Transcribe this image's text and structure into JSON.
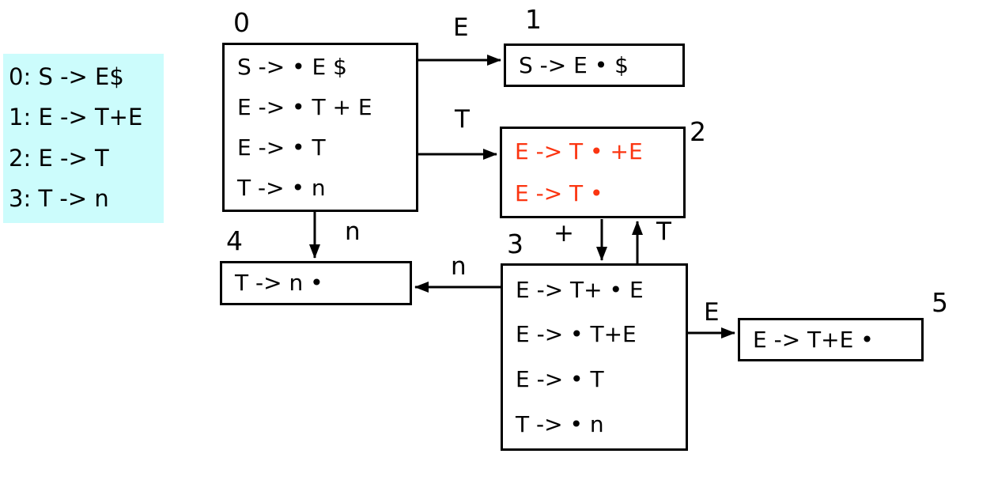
{
  "diagram": {
    "title_hint": "LR(0) automaton for grammar with states 0-5",
    "colors": {
      "highlight": "#fb3511",
      "grammar_bg": "#ccfcfc",
      "ink": "#000000"
    },
    "grammar": {
      "rules": [
        "0: S -> E$",
        "1: E -> T+E",
        "2: E -> T",
        "3: T -> n"
      ]
    },
    "states": {
      "s0": {
        "label": "0",
        "items": [
          "S -> • E $",
          "E -> • T + E",
          "E -> • T",
          "T -> • n"
        ],
        "highlighted": false
      },
      "s1": {
        "label": "1",
        "items": [
          "S -> E • $"
        ],
        "highlighted": false
      },
      "s2": {
        "label": "2",
        "items": [
          "E -> T • +E",
          "E -> T •"
        ],
        "highlighted": true
      },
      "s3": {
        "label": "3",
        "items": [
          "E -> T+ • E",
          "E -> • T+E",
          "E -> • T",
          "T -> • n"
        ],
        "highlighted": false
      },
      "s4": {
        "label": "4",
        "items": [
          "T -> n •"
        ],
        "highlighted": false
      },
      "s5": {
        "label": "5",
        "items": [
          "E -> T+E •"
        ],
        "highlighted": false
      }
    },
    "transitions": {
      "t0_1": {
        "from": "0",
        "to": "1",
        "label": "E"
      },
      "t0_2": {
        "from": "0",
        "to": "2",
        "label": "T"
      },
      "t0_4": {
        "from": "0",
        "to": "4",
        "label": "n"
      },
      "t2_3": {
        "from": "2",
        "to": "3",
        "label": "+"
      },
      "t3_2": {
        "from": "3",
        "to": "2",
        "label": "T"
      },
      "t3_4": {
        "from": "3",
        "to": "4",
        "label": "n"
      },
      "t3_5": {
        "from": "3",
        "to": "5",
        "label": "E"
      }
    }
  }
}
